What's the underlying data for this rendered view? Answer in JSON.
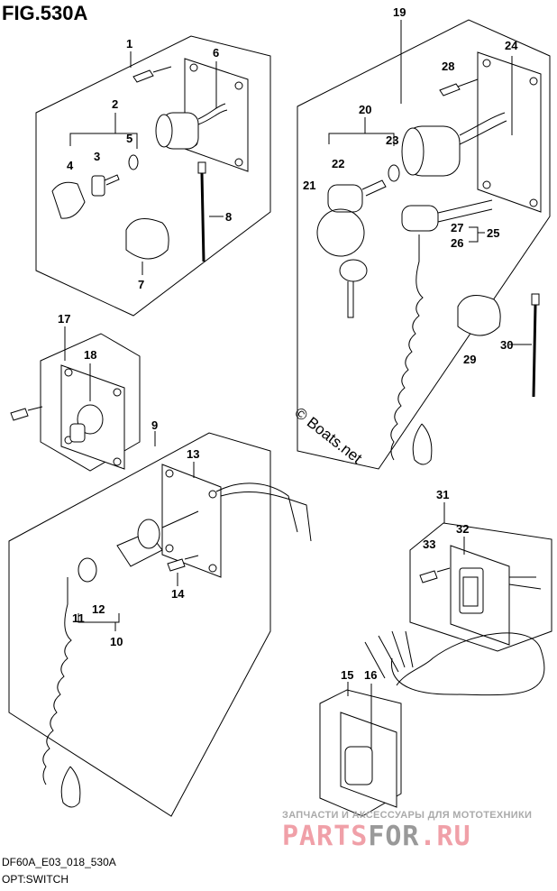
{
  "figure": {
    "title": "FIG.530A",
    "code": "DF60A_E03_018_530A",
    "category": "OPT:SWITCH"
  },
  "watermark": {
    "copyright": "© Boats.net",
    "tagline": "ЗАПЧАСТИ И АКСЕССУАРЫ ДЛЯ МОТОТЕХНИКИ",
    "brand_a": "PARTS",
    "brand_b": "FOR",
    "brand_c": ".RU"
  },
  "callouts": [
    "1",
    "2",
    "3",
    "4",
    "5",
    "6",
    "7",
    "8",
    "9",
    "10",
    "11",
    "12",
    "13",
    "14",
    "15",
    "16",
    "17",
    "18",
    "19",
    "20",
    "21",
    "22",
    "23",
    "24",
    "25",
    "26",
    "27",
    "28",
    "29",
    "30",
    "31",
    "32",
    "33"
  ],
  "colors": {
    "line": "#000000",
    "watermark_pink": "#f0a0a8",
    "watermark_gray": "#999999"
  }
}
